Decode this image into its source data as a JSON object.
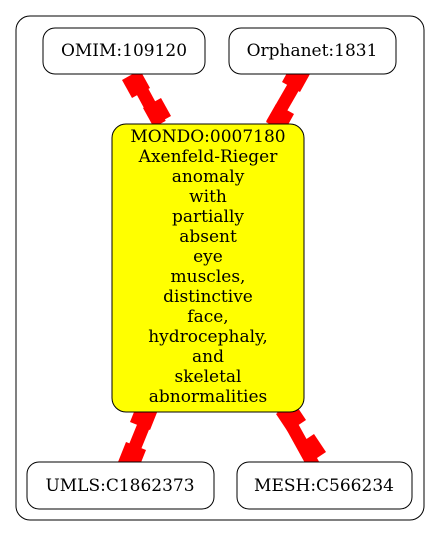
{
  "graph": {
    "center": {
      "id": "MONDO:0007180",
      "label_lines": [
        "MONDO:0007180",
        "Axenfeld-Rieger",
        "anomaly",
        "with",
        "partially",
        "absent",
        "eye",
        "muscles,",
        "distinctive",
        "face,",
        "hydrocephaly,",
        "and",
        "skeletal",
        "abnormalities"
      ],
      "fill_color": "#ffff00"
    },
    "xrefs": [
      {
        "id": "omim",
        "label": "OMIM:109120"
      },
      {
        "id": "orphanet",
        "label": "Orphanet:1831"
      },
      {
        "id": "umls",
        "label": "UMLS:C1862373"
      },
      {
        "id": "mesh",
        "label": "MESH:C566234"
      }
    ],
    "edge_color": "#ff0000",
    "node_border_color": "#000000"
  }
}
